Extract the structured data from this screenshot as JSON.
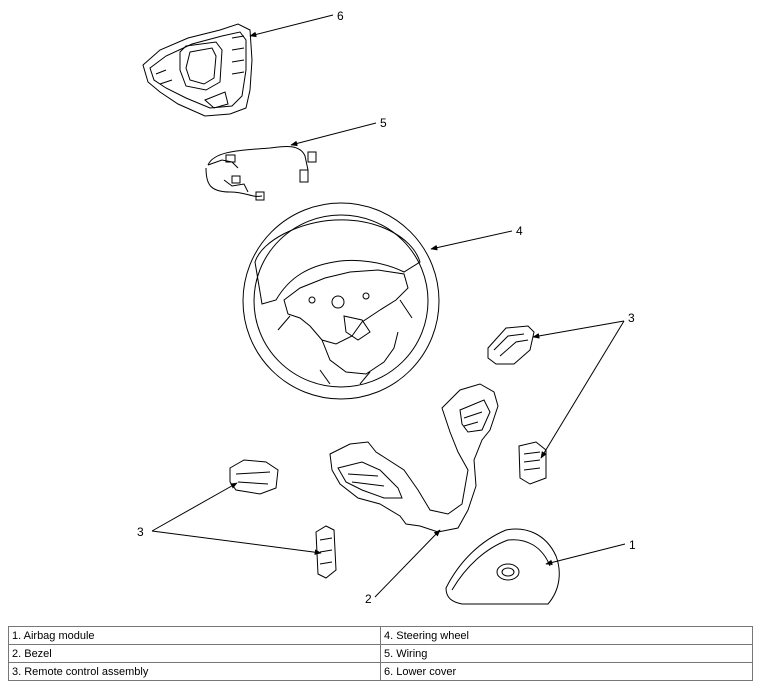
{
  "callouts": {
    "c1": "1",
    "c2": "2",
    "c3a": "3",
    "c3b": "3",
    "c4": "4",
    "c5": "5",
    "c6": "6"
  },
  "legend": {
    "rows": [
      [
        "1. Airbag module",
        "4. Steering wheel"
      ],
      [
        "2. Bezel",
        "5. Wiring"
      ],
      [
        "3. Remote control assembly",
        "6. Lower cover"
      ]
    ]
  }
}
